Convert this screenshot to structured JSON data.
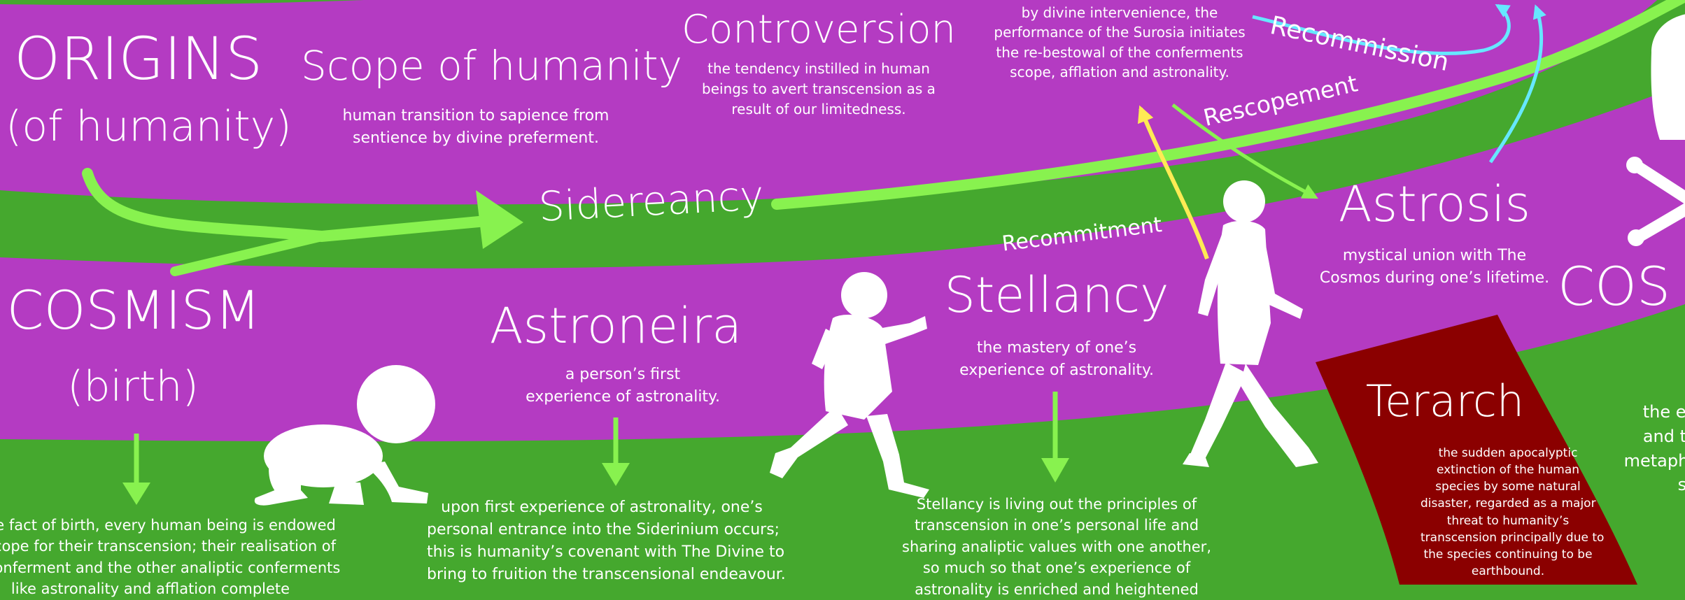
{
  "colors": {
    "purple": "#b43bc2",
    "green": "#45a82e",
    "lime": "#88f24f",
    "yellow": "#ffeb54",
    "cyan": "#66e8ff",
    "crimson": "#8b0000",
    "white": "#ffffff"
  },
  "origins": {
    "title": "ORIGINS",
    "subtitle": "(of humanity)"
  },
  "scope": {
    "title": "Scope of humanity",
    "desc": [
      "human transition to sapience from",
      "sentience by divine preferment."
    ]
  },
  "controversion": {
    "title": "Controversion",
    "desc": [
      "the tendency instilled in human",
      "beings to avert transcension as a",
      "result of our limitedness."
    ]
  },
  "recommission_text": [
    "by divine intervenience, the",
    "performance of the Surosia initiates",
    "the re-bestowal of the conferments",
    "scope, afflation and astronality."
  ],
  "labels": {
    "recommission": "Recommission",
    "rescopement": "Rescopement",
    "recommitment": "Recommitment",
    "sidereancy": "Sidereancy"
  },
  "cosmism": {
    "title": "COSMISM",
    "subtitle": "(birth)",
    "desc": [
      "he fact of birth, every human being is endowed",
      "scope for their transcension; their realisation of",
      "conferment and the other analiptic conferments",
      "like astronality and afflation complete"
    ]
  },
  "astroneira": {
    "title": "Astroneira",
    "sub": [
      "a person’s first",
      "experience of astronality."
    ],
    "desc": [
      "upon first experience of astronality, one’s",
      "personal entrance into the Siderinium occurs;",
      "this is humanity’s covenant with The Divine to",
      "bring to fruition the transcensional endeavour."
    ]
  },
  "stellancy": {
    "title": "Stellancy",
    "sub": [
      "the mastery of one’s",
      "experience of astronality."
    ],
    "desc": [
      "Stellancy is living out the principles of",
      "transcension in one’s personal life and",
      "sharing analiptic values with one another,",
      "so much so that one’s experience of",
      "astronality is enriched and heightened"
    ]
  },
  "astrosis": {
    "title": "Astrosis",
    "sub": [
      "mystical union with The",
      "Cosmos during one’s lifetime."
    ]
  },
  "cos_partial": "COS",
  "terarch": {
    "title": "Terarch",
    "desc": [
      "the sudden apocalyptic",
      "extinction of the human",
      "species by some natural",
      "disaster, regarded as a major",
      "threat to humanity’s",
      "transcension principally due to",
      "the species continuing to be",
      "earthbound."
    ]
  },
  "right_partial": [
    "the end",
    "and the",
    "metaphys",
    "sou"
  ],
  "icons": [
    "baby-crawling-icon",
    "child-running-icon",
    "adult-walking-icon",
    "skull-crossbones-icon"
  ]
}
